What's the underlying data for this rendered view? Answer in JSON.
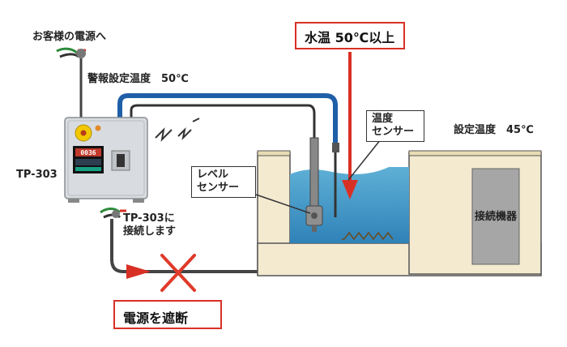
{
  "labels": {
    "customer_power": "お客様の電源へ",
    "alarm_temp": "警報設定温度　50℃",
    "controller_model": "TP-303",
    "connect_line1": "TP-303に",
    "connect_line2": "接続します",
    "water_temp_alert": "水温 50℃以上",
    "temp_sensor_line1": "温度",
    "temp_sensor_line2": "センサー",
    "set_temp": "設定温度　45℃",
    "level_sensor_line1": "レベル",
    "level_sensor_line2": "センサー",
    "connected_device": "接続機器",
    "power_cutoff": "電源を遮断",
    "display_reading": "0036"
  },
  "colors": {
    "alert_red": "#d93025",
    "water_blue": "#2f82b8",
    "cable_blue": "#1f5fa8",
    "tank_beige": "#f3ead0",
    "controller_gray": "#d8dce0",
    "device_gray": "#a6a6a6"
  },
  "icons": {
    "wireless": "lightning-wave-icon",
    "heater": "heater-coil-icon",
    "cutoff": "cross-mark-icon"
  }
}
